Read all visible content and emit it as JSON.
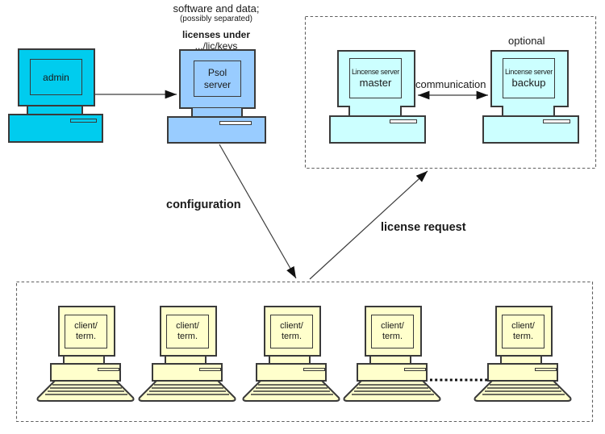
{
  "colors": {
    "admin_fill": "#00ccee",
    "psol_fill": "#99ccff",
    "license_fill": "#ccffff",
    "client_fill": "#ffffcc",
    "outline": "#3a3a3a",
    "text": "#1a1a1a"
  },
  "annotations": {
    "software_note_line1": "software and data;",
    "software_note_line2": "(possibly separated)",
    "licenses_note_line1": "licenses under",
    "licenses_note_line2": ".../lic/keys",
    "optional_label": "optional",
    "communication_label": "communication",
    "configuration_label": "configuration",
    "license_request_label": "license request"
  },
  "computers": {
    "admin": {
      "screen_line1": "admin"
    },
    "psol": {
      "screen_line1": "Psol",
      "screen_line2": "server"
    },
    "master": {
      "screen_line1": "Lincense server",
      "screen_line2": "master"
    },
    "backup": {
      "screen_line1": "Lincense server",
      "screen_line2": "backup"
    },
    "clients": [
      {
        "screen_line1": "client/",
        "screen_line2": "term."
      },
      {
        "screen_line1": "client/",
        "screen_line2": "term."
      },
      {
        "screen_line1": "client/",
        "screen_line2": "term."
      },
      {
        "screen_line1": "client/",
        "screen_line2": "term."
      },
      {
        "screen_line1": "client/",
        "screen_line2": "term."
      }
    ]
  }
}
